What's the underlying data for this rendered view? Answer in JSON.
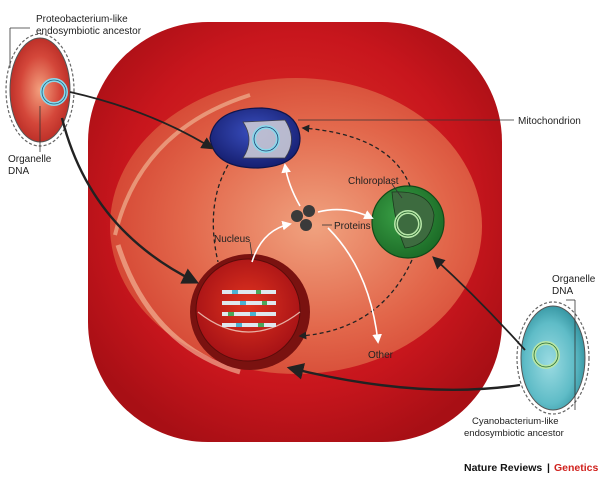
{
  "labels": {
    "proteobacterium_line1": "Proteobacterium-like",
    "proteobacterium_line2": "endosymbiotic ancestor",
    "organelle_dna_left_1": "Organelle",
    "organelle_dna_left_2": "DNA",
    "mitochondrion": "Mitochondrion",
    "chloroplast": "Chloroplast",
    "proteins": "Proteins",
    "nucleus": "Nucleus",
    "other": "Other",
    "organelle_dna_right_1": "Organelle",
    "organelle_dna_right_2": "DNA",
    "cyanobacterium_line1": "Cyanobacterium-like",
    "cyanobacterium_line2": "endosymbiotic ancestor"
  },
  "brand": {
    "journal": "Nature Reviews",
    "separator": "|",
    "section": "Genetics"
  },
  "colors": {
    "cell_outer": "#c8161d",
    "cytoplasm": "#e0533f",
    "mitochondrion": "#1e2a8a",
    "chloroplast": "#2f8a36",
    "nucleus": "#b3141b",
    "cyanobacterium": "#5fbcc7",
    "proteobacterium": "#d2473b",
    "brand_section": "#d0211d"
  },
  "icons": {
    "organelle_dna": "circular-dna-icon",
    "proteins": "protein-cluster-icon"
  }
}
